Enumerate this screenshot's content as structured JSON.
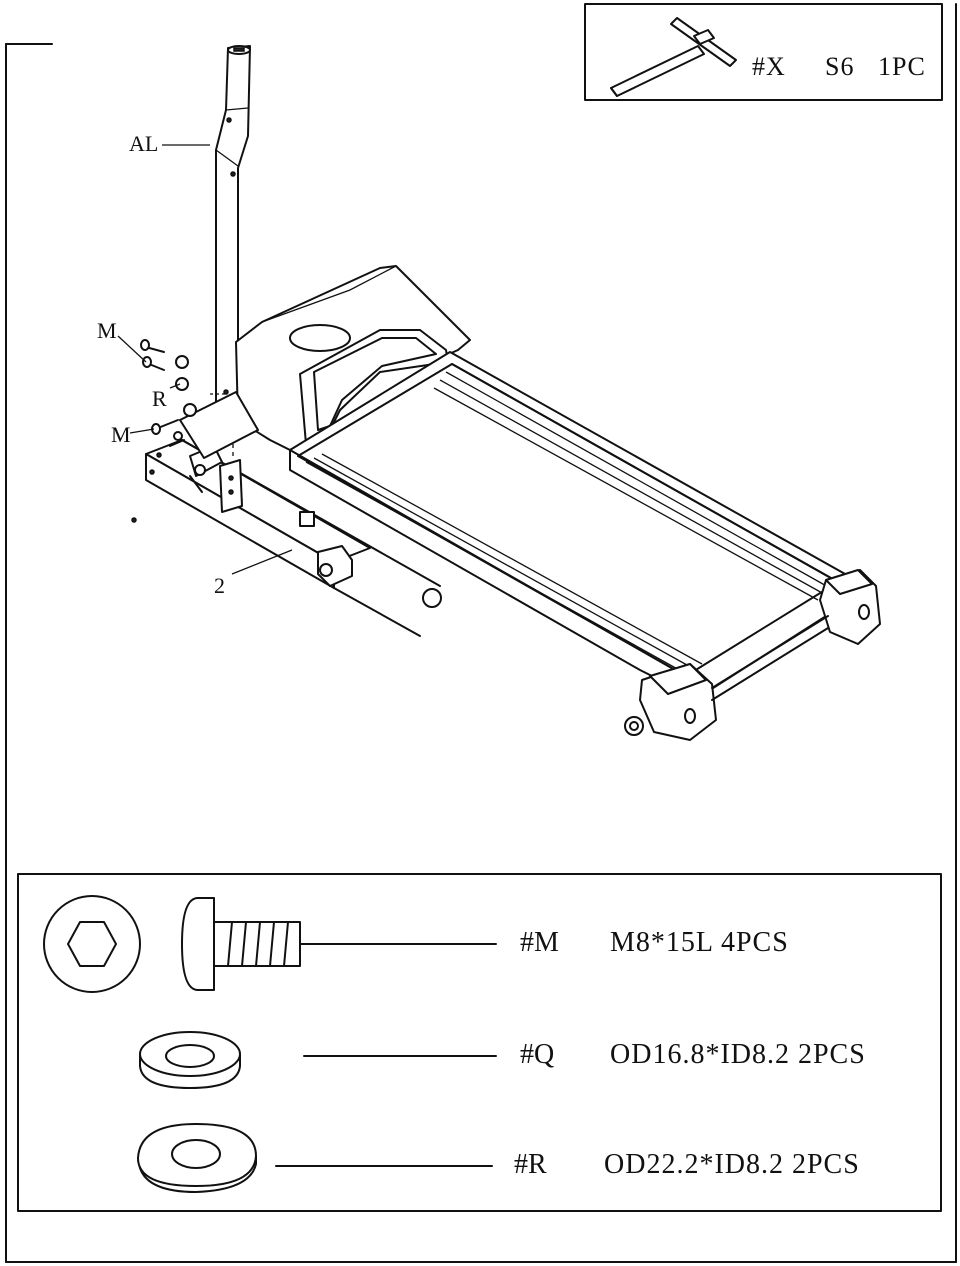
{
  "tool": {
    "code": "#X",
    "size": "S6",
    "qty": "1PC",
    "icon": "t-hex-wrench-icon"
  },
  "callouts": {
    "upright": "AL",
    "bolt_upper": "M",
    "washer": "R",
    "bolt_lower": "M",
    "frame": "2"
  },
  "hardware": [
    {
      "code": "#M",
      "spec": "M8*15L 4PCS",
      "icon": "hex-socket-bolt-icon"
    },
    {
      "code": "#Q",
      "spec": "OD16.8*ID8.2 2PCS",
      "icon": "flat-washer-icon"
    },
    {
      "code": "#R",
      "spec": "OD22.2*ID8.2 2PCS",
      "icon": "curved-washer-icon"
    }
  ]
}
